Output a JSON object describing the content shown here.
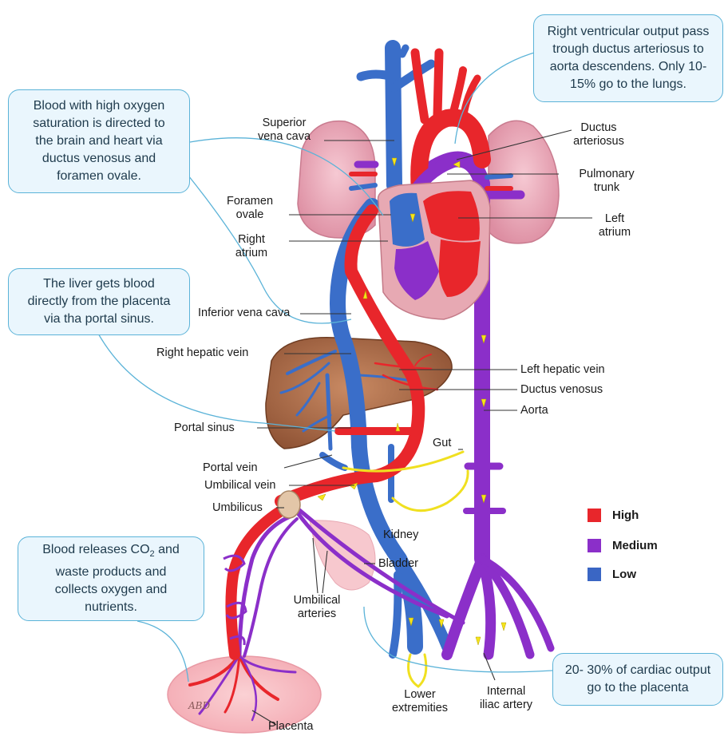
{
  "callouts": {
    "right_ventricle": [
      "Right ventricular output pass",
      "trough ductus arteriosus to",
      "aorta descendens. Only 10-",
      "15% go to the lungs."
    ],
    "oxygen": [
      "Blood with high oxygen",
      "saturation is directed to",
      "the brain and heart via",
      "ductus venosus and",
      "foramen ovale."
    ],
    "liver": [
      "The liver gets blood",
      "directly from the placenta",
      "via tha portal sinus."
    ],
    "placenta_exchange": [
      "waste products and",
      "collects oxygen and",
      "nutrients."
    ],
    "placenta_exchange_first": {
      "before": "Blood releases CO",
      "sub": "2",
      "after": " and"
    },
    "cardiac_output": [
      "20- 30% of cardiac output",
      "go to the placenta"
    ]
  },
  "labels": {
    "superior_vena_cava": [
      "Superior",
      "vena cava"
    ],
    "foramen_ovale": [
      "Foramen",
      "ovale"
    ],
    "right_atrium": [
      "Right",
      "atrium"
    ],
    "inferior_vena_cava": "Inferior vena cava",
    "right_hepatic_vein": "Right hepatic vein",
    "portal_sinus": "Portal sinus",
    "portal_vein": "Portal vein",
    "umbilical_vein": "Umbilical vein",
    "umbilicus": "Umbilicus",
    "ductus_arteriosus": [
      "Ductus",
      "arteriosus"
    ],
    "pulmonary_trunk": [
      "Pulmonary",
      "trunk"
    ],
    "left_atrium": [
      "Left",
      "atrium"
    ],
    "left_hepatic_vein": "Left hepatic vein",
    "ductus_venosus": "Ductus venosus",
    "aorta": "Aorta",
    "gut": "Gut",
    "kidney": "Kidney",
    "bladder": "Bladder",
    "umbilical_arteries": [
      "Umbilical",
      "arteries"
    ],
    "lower_extremities": [
      "Lower",
      "extremities"
    ],
    "internal_iliac_artery": [
      "Internal",
      "iliac artery"
    ],
    "placenta": "Placenta",
    "signature": "ABD"
  },
  "legend": [
    {
      "label": "High",
      "color": "#e8262b"
    },
    {
      "label": "Medium",
      "color": "#8b2fc9"
    },
    {
      "label": "Low",
      "color": "#3a66c4"
    }
  ],
  "colors": {
    "high": "#e8262b",
    "medium": "#8b2fc9",
    "low": "#3a6ec9",
    "arrow": "#f5e41a",
    "callout_border": "#5bb3d8",
    "callout_fill": "#eaf6fd"
  }
}
